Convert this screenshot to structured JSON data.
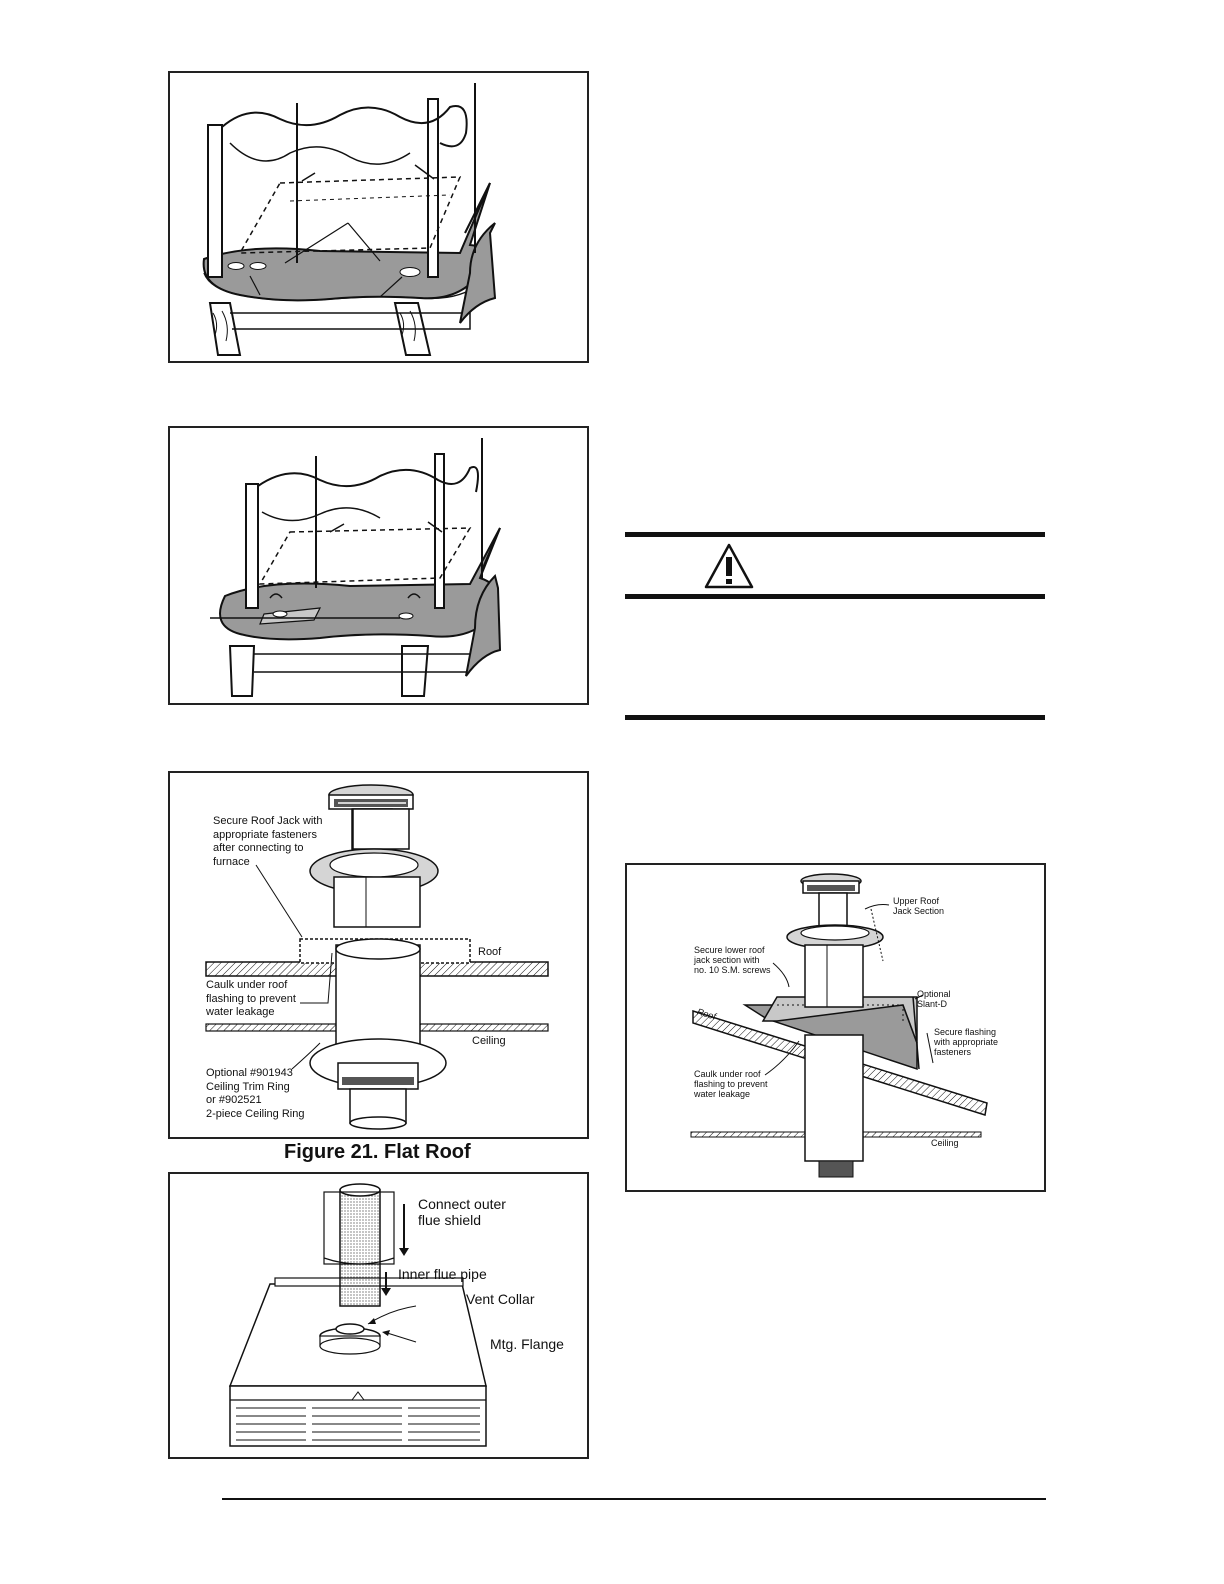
{
  "figure_flat_roof": {
    "caption": "Figure 21. Flat Roof",
    "labels": {
      "secure_jack": "Secure Roof Jack with\nappropriate fasteners\nafter connecting to\nfurnace",
      "roof": "Roof",
      "caulk": "Caulk under roof\nflashing to prevent\nwater leakage",
      "ceiling": "Ceiling",
      "optional_ring": "Optional #901943\nCeiling Trim Ring\nor #902521\n2-piece Ceiling Ring"
    }
  },
  "figure_flue_connection": {
    "labels": {
      "outer_shield": "Connect outer\nflue shield",
      "inner_pipe": "Inner flue pipe",
      "vent_collar": "Vent Collar",
      "mtg_flange": "Mtg. Flange"
    }
  },
  "figure_pitched_roof": {
    "labels": {
      "upper_jack": "Upper Roof\nJack Section",
      "secure_lower": "Secure lower roof\njack section with\nno. 10 S.M. screws",
      "optional_slant": "Optional\nSlant-D",
      "roof": "Roof",
      "secure_flashing": "Secure flashing\nwith appropriate\nfasteners",
      "caulk": "Caulk under roof\nflashing to prevent\nwater leakage",
      "ceiling": "Ceiling"
    }
  },
  "warning_box": {
    "icon": "warning-triangle-icon",
    "glyph": "!"
  }
}
